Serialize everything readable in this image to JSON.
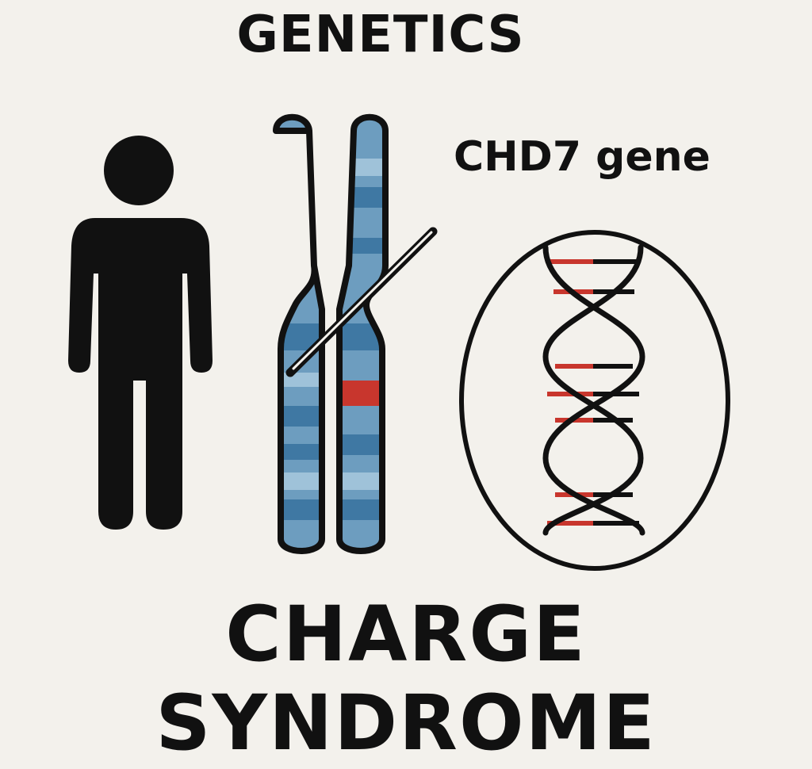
{
  "header": {
    "title": "GENETICS"
  },
  "gene": {
    "label": "CHD7 gene"
  },
  "footer": {
    "line1": "CHARGE",
    "line2": "SYNDROME"
  },
  "colors": {
    "background": "#f3f1ec",
    "ink": "#111111",
    "chromosome_light": "#6d9dbf",
    "chromosome_band": "#3f78a3",
    "mutation": "#c8362d"
  },
  "icons": [
    "person-icon",
    "chromosome-icon",
    "dna-helix-icon"
  ]
}
